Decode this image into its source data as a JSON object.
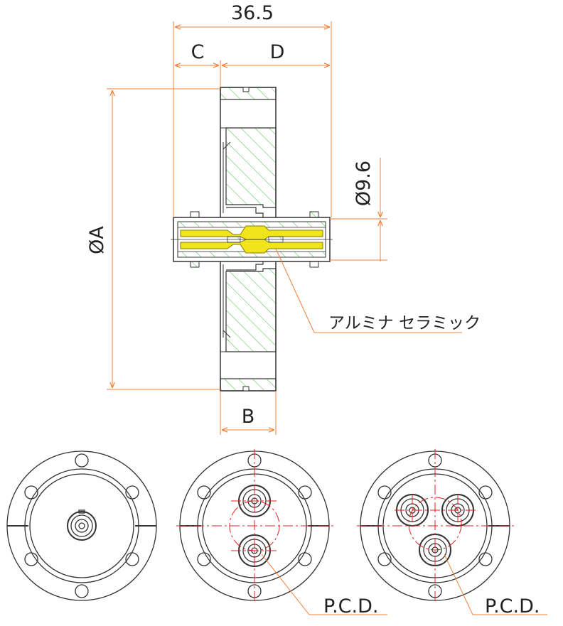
{
  "dimensions": {
    "overall_length": "36.5",
    "c": "C",
    "d": "D",
    "phi_a": "ØA",
    "phi_96": "Ø9.6",
    "b": "B"
  },
  "labels": {
    "insulator": "アルミナ セラミック",
    "pcd_2pin": "P.C.D.",
    "pcd_3pin": "P.C.D."
  },
  "colors": {
    "dimension_line": "#f0813a",
    "outline": "#333333",
    "hatch": "#3fc03f",
    "conductor": "#f0e41a",
    "center_mark": "#e02020",
    "pcd_leader": "#f0813a"
  }
}
